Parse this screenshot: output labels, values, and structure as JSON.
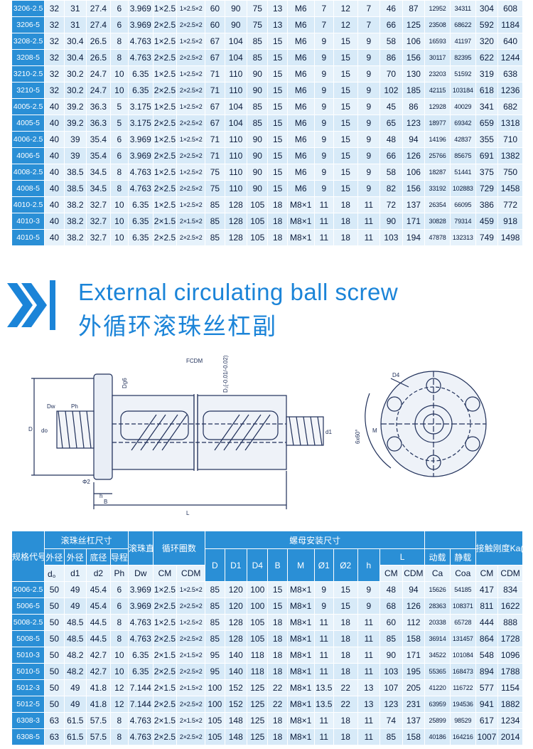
{
  "top_table": {
    "rows": [
      [
        "3206-2.5",
        "32",
        "31",
        "27.4",
        "6",
        "3.969",
        "1×2.5",
        "1×2.5×2",
        "60",
        "90",
        "75",
        "13",
        "M6",
        "7",
        "12",
        "7",
        "46",
        "87",
        "12952",
        "34311",
        "304",
        "608"
      ],
      [
        "3206-5",
        "32",
        "31",
        "27.4",
        "6",
        "3.969",
        "2×2.5",
        "2×2.5×2",
        "60",
        "90",
        "75",
        "13",
        "M6",
        "7",
        "12",
        "7",
        "66",
        "125",
        "23508",
        "68622",
        "592",
        "1184"
      ],
      [
        "3208-2.5",
        "32",
        "30.4",
        "26.5",
        "8",
        "4.763",
        "1×2.5",
        "1×2.5×2",
        "67",
        "104",
        "85",
        "15",
        "M6",
        "9",
        "15",
        "9",
        "58",
        "106",
        "16593",
        "41197",
        "320",
        "640"
      ],
      [
        "3208-5",
        "32",
        "30.4",
        "26.5",
        "8",
        "4.763",
        "2×2.5",
        "2×2.5×2",
        "67",
        "104",
        "85",
        "15",
        "M6",
        "9",
        "15",
        "9",
        "86",
        "156",
        "30117",
        "82395",
        "622",
        "1244"
      ],
      [
        "3210-2.5",
        "32",
        "30.2",
        "24.7",
        "10",
        "6.35",
        "1×2.5",
        "1×2.5×2",
        "71",
        "110",
        "90",
        "15",
        "M6",
        "9",
        "15",
        "9",
        "70",
        "130",
        "23203",
        "51592",
        "319",
        "638"
      ],
      [
        "3210-5",
        "32",
        "30.2",
        "24.7",
        "10",
        "6.35",
        "2×2.5",
        "2×2.5×2",
        "71",
        "110",
        "90",
        "15",
        "M6",
        "9",
        "15",
        "9",
        "102",
        "185",
        "42115",
        "103184",
        "618",
        "1236"
      ],
      [
        "4005-2.5",
        "40",
        "39.2",
        "36.3",
        "5",
        "3.175",
        "1×2.5",
        "1×2.5×2",
        "67",
        "104",
        "85",
        "15",
        "M6",
        "9",
        "15",
        "9",
        "45",
        "86",
        "12928",
        "40029",
        "341",
        "682"
      ],
      [
        "4005-5",
        "40",
        "39.2",
        "36.3",
        "5",
        "3.175",
        "2×2.5",
        "2×2.5×2",
        "67",
        "104",
        "85",
        "15",
        "M6",
        "9",
        "15",
        "9",
        "65",
        "123",
        "18977",
        "69342",
        "659",
        "1318"
      ],
      [
        "4006-2.5",
        "40",
        "39",
        "35.4",
        "6",
        "3.969",
        "1×2.5",
        "1×2.5×2",
        "71",
        "110",
        "90",
        "15",
        "M6",
        "9",
        "15",
        "9",
        "48",
        "94",
        "14196",
        "42837",
        "355",
        "710"
      ],
      [
        "4006-5",
        "40",
        "39",
        "35.4",
        "6",
        "3.969",
        "2×2.5",
        "2×2.5×2",
        "71",
        "110",
        "90",
        "15",
        "M6",
        "9",
        "15",
        "9",
        "66",
        "126",
        "25766",
        "85675",
        "691",
        "1382"
      ],
      [
        "4008-2.5",
        "40",
        "38.5",
        "34.5",
        "8",
        "4.763",
        "1×2.5",
        "1×2.5×2",
        "75",
        "110",
        "90",
        "15",
        "M6",
        "9",
        "15",
        "9",
        "58",
        "106",
        "18287",
        "51441",
        "375",
        "750"
      ],
      [
        "4008-5",
        "40",
        "38.5",
        "34.5",
        "8",
        "4.763",
        "2×2.5",
        "2×2.5×2",
        "75",
        "110",
        "90",
        "15",
        "M6",
        "9",
        "15",
        "9",
        "82",
        "156",
        "33192",
        "102883",
        "729",
        "1458"
      ],
      [
        "4010-2.5",
        "40",
        "38.2",
        "32.7",
        "10",
        "6.35",
        "1×2.5",
        "1×2.5×2",
        "85",
        "128",
        "105",
        "18",
        "M8×1",
        "11",
        "18",
        "11",
        "72",
        "137",
        "26354",
        "66095",
        "386",
        "772"
      ],
      [
        "4010-3",
        "40",
        "38.2",
        "32.7",
        "10",
        "6.35",
        "2×1.5",
        "2×1.5×2",
        "85",
        "128",
        "105",
        "18",
        "M8×1",
        "11",
        "18",
        "11",
        "90",
        "171",
        "30828",
        "79314",
        "459",
        "918"
      ],
      [
        "4010-5",
        "40",
        "38.2",
        "32.7",
        "10",
        "6.35",
        "2×2.5",
        "2×2.5×2",
        "85",
        "128",
        "105",
        "18",
        "M8×1",
        "11",
        "18",
        "11",
        "103",
        "194",
        "47878",
        "132313",
        "749",
        "1498"
      ]
    ]
  },
  "heading": {
    "title_en": "External circulating ball screw",
    "title_zh": "外循环滚珠丝杠副"
  },
  "drawing": {
    "label_top": "FCDM",
    "label_dg6": "Dg6",
    "label_d1tol": "D₁(-0.01/-0.02)",
    "label_dw": "Dw",
    "label_ph": "Ph",
    "label_d": "D",
    "label_do": "do",
    "label_d1": "d1",
    "label_phi2": "Φ2",
    "label_h": "h",
    "label_b": "B",
    "label_l": "L",
    "label_d4": "D4",
    "label_m": "M",
    "label_angle": "6x60°"
  },
  "bottom_table": {
    "headers": {
      "code": "规格代号",
      "screw_dims": "滚珠丝杠尺寸",
      "outer_dia": "外径",
      "outer_dia2": "外径",
      "root_dia": "底径",
      "lead": "导程",
      "ball_dia": "滚珠直径",
      "circuits": "循环圈数",
      "nut_install": "螺母安装尺寸",
      "load": "动载",
      "static_load": "静载",
      "stiffness": "接触刚度Ka(N/μm)",
      "D": "D",
      "D1": "D1",
      "D4": "D4",
      "B": "B",
      "M": "M",
      "phi1": "Ø1",
      "phi2": "Ø2",
      "h": "h",
      "L": "L",
      "sym_do": "d。",
      "sym_d1": "d1",
      "sym_d2": "d2",
      "sym_ph": "Ph",
      "sym_dw": "Dw",
      "sym_cm": "CM",
      "sym_cdm": "CDM",
      "sym_lcm": "CM",
      "sym_lcdm": "CDM",
      "sym_ca": "Ca",
      "sym_coa": "Coa",
      "sym_kcm": "CM",
      "sym_kcdm": "CDM"
    },
    "rows": [
      [
        "5006-2.5",
        "50",
        "49",
        "45.4",
        "6",
        "3.969",
        "1×2.5",
        "1×2.5×2",
        "85",
        "120",
        "100",
        "15",
        "M8×1",
        "9",
        "15",
        "9",
        "48",
        "94",
        "15626",
        "54185",
        "417",
        "834"
      ],
      [
        "5006-5",
        "50",
        "49",
        "45.4",
        "6",
        "3.969",
        "2×2.5",
        "2×2.5×2",
        "85",
        "120",
        "100",
        "15",
        "M8×1",
        "9",
        "15",
        "9",
        "68",
        "126",
        "28363",
        "108371",
        "811",
        "1622"
      ],
      [
        "5008-2.5",
        "50",
        "48.5",
        "44.5",
        "8",
        "4.763",
        "1×2.5",
        "1×2.5×2",
        "85",
        "128",
        "105",
        "18",
        "M8×1",
        "11",
        "18",
        "11",
        "60",
        "112",
        "20338",
        "65728",
        "444",
        "888"
      ],
      [
        "5008-5",
        "50",
        "48.5",
        "44.5",
        "8",
        "4.763",
        "2×2.5",
        "2×2.5×2",
        "85",
        "128",
        "105",
        "18",
        "M8×1",
        "11",
        "18",
        "11",
        "85",
        "158",
        "36914",
        "131457",
        "864",
        "1728"
      ],
      [
        "5010-3",
        "50",
        "48.2",
        "42.7",
        "10",
        "6.35",
        "2×1.5",
        "2×1.5×2",
        "95",
        "140",
        "118",
        "18",
        "M8×1",
        "11",
        "18",
        "11",
        "90",
        "171",
        "34522",
        "101084",
        "548",
        "1096"
      ],
      [
        "5010-5",
        "50",
        "48.2",
        "42.7",
        "10",
        "6.35",
        "2×2.5",
        "2×2.5×2",
        "95",
        "140",
        "118",
        "18",
        "M8×1",
        "11",
        "18",
        "11",
        "103",
        "195",
        "55365",
        "168473",
        "894",
        "1788"
      ],
      [
        "5012-3",
        "50",
        "49",
        "41.8",
        "12",
        "7.144",
        "2×1.5",
        "2×1.5×2",
        "100",
        "152",
        "125",
        "22",
        "M8×1",
        "13.5",
        "22",
        "13",
        "107",
        "205",
        "41220",
        "116722",
        "577",
        "1154"
      ],
      [
        "5012-5",
        "50",
        "49",
        "41.8",
        "12",
        "7.144",
        "2×2.5",
        "2×2.5×2",
        "100",
        "152",
        "125",
        "22",
        "M8×1",
        "13.5",
        "22",
        "13",
        "123",
        "231",
        "63959",
        "194536",
        "941",
        "1882"
      ],
      [
        "6308-3",
        "63",
        "61.5",
        "57.5",
        "8",
        "4.763",
        "2×1.5",
        "2×1.5×2",
        "105",
        "148",
        "125",
        "18",
        "M8×1",
        "11",
        "18",
        "11",
        "74",
        "137",
        "25899",
        "98529",
        "617",
        "1234"
      ],
      [
        "6308-5",
        "63",
        "61.5",
        "57.5",
        "8",
        "4.763",
        "2×2.5",
        "2×2.5×2",
        "105",
        "148",
        "125",
        "18",
        "M8×1",
        "11",
        "18",
        "11",
        "85",
        "158",
        "40186",
        "164216",
        "1007",
        "2014"
      ]
    ]
  }
}
